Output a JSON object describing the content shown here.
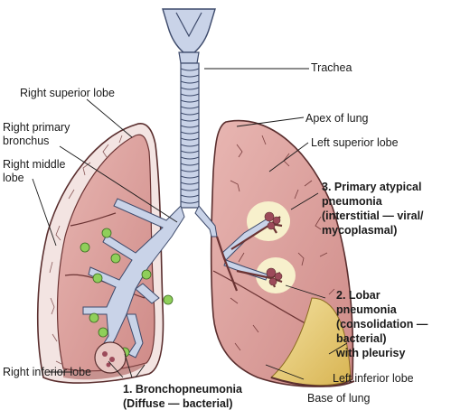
{
  "labels": {
    "trachea": "Trachea",
    "right_superior_lobe": "Right superior lobe",
    "apex_of_lung": "Apex of lung",
    "right_primary_bronchus_1": "Right primary",
    "right_primary_bronchus_2": "bronchus",
    "left_superior_lobe": "Left superior lobe",
    "right_middle_lobe_1": "Right middle",
    "right_middle_lobe_2": "lobe",
    "right_inferior_lobe": "Right inferior lobe",
    "left_inferior_lobe": "Left inferior lobe",
    "base_of_lung": "Base of lung"
  },
  "pneumonia_types": {
    "atypical": {
      "line1": "3. Primary atypical",
      "line2": "pneumonia",
      "line3": "(interstitial — viral/",
      "line4": "mycoplasmal)"
    },
    "lobar": {
      "line1": "2. Lobar",
      "line2": "pneumonia",
      "line3": "(consolidation —",
      "line4": "bacterial)",
      "line5": "with pleurisy"
    },
    "broncho": {
      "line1": "1. Bronchopneumonia",
      "line2": "(Diffuse — bacterial)"
    }
  },
  "colors": {
    "lung_fill": "#e2a9a5",
    "lung_inner": "#d8918e",
    "lung_outline": "#5a2e2e",
    "pleura": "#f2dede",
    "airway": "#c9d3e8",
    "airway_outline": "#4a5a80",
    "infection_green": "#8fcf5a",
    "atypical_patch": "#f5efc8",
    "lobar_consolidation": "#e8cf7a"
  }
}
